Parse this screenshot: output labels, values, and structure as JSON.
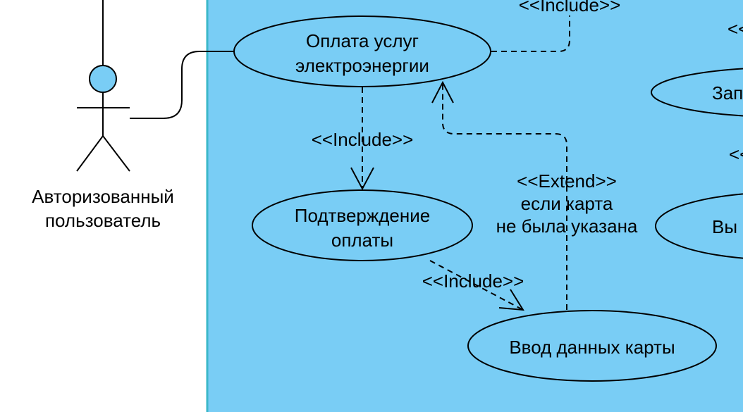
{
  "colors": {
    "system_fill": "#79cdf5",
    "system_border": "#3bb8c9",
    "ellipse_fill": "#79cdf5",
    "actor_head_fill": "#79cdf5",
    "line": "#000000"
  },
  "actor": {
    "name_line1": "Авторизованный",
    "name_line2": "пользователь"
  },
  "use_cases": {
    "payment": {
      "line1": "Оплата услуг",
      "line2": "электроэнергии"
    },
    "confirm": {
      "line1": "Подтверждение",
      "line2": "оплаты"
    },
    "card_input": {
      "line1": "Ввод данных карты"
    },
    "right_top": {
      "line1": "Зап"
    },
    "right_bottom": {
      "line1": "Вы"
    }
  },
  "relations": {
    "include_top": "<<Include>>",
    "include_confirm": "<<Include>>",
    "include_card": "<<Include>>",
    "extend_label": "<<Extend>>",
    "extend_condition_line1": "если карта",
    "extend_condition_line2": "не была указана",
    "right_label_top": "<<",
    "right_label_middle": "<<"
  }
}
